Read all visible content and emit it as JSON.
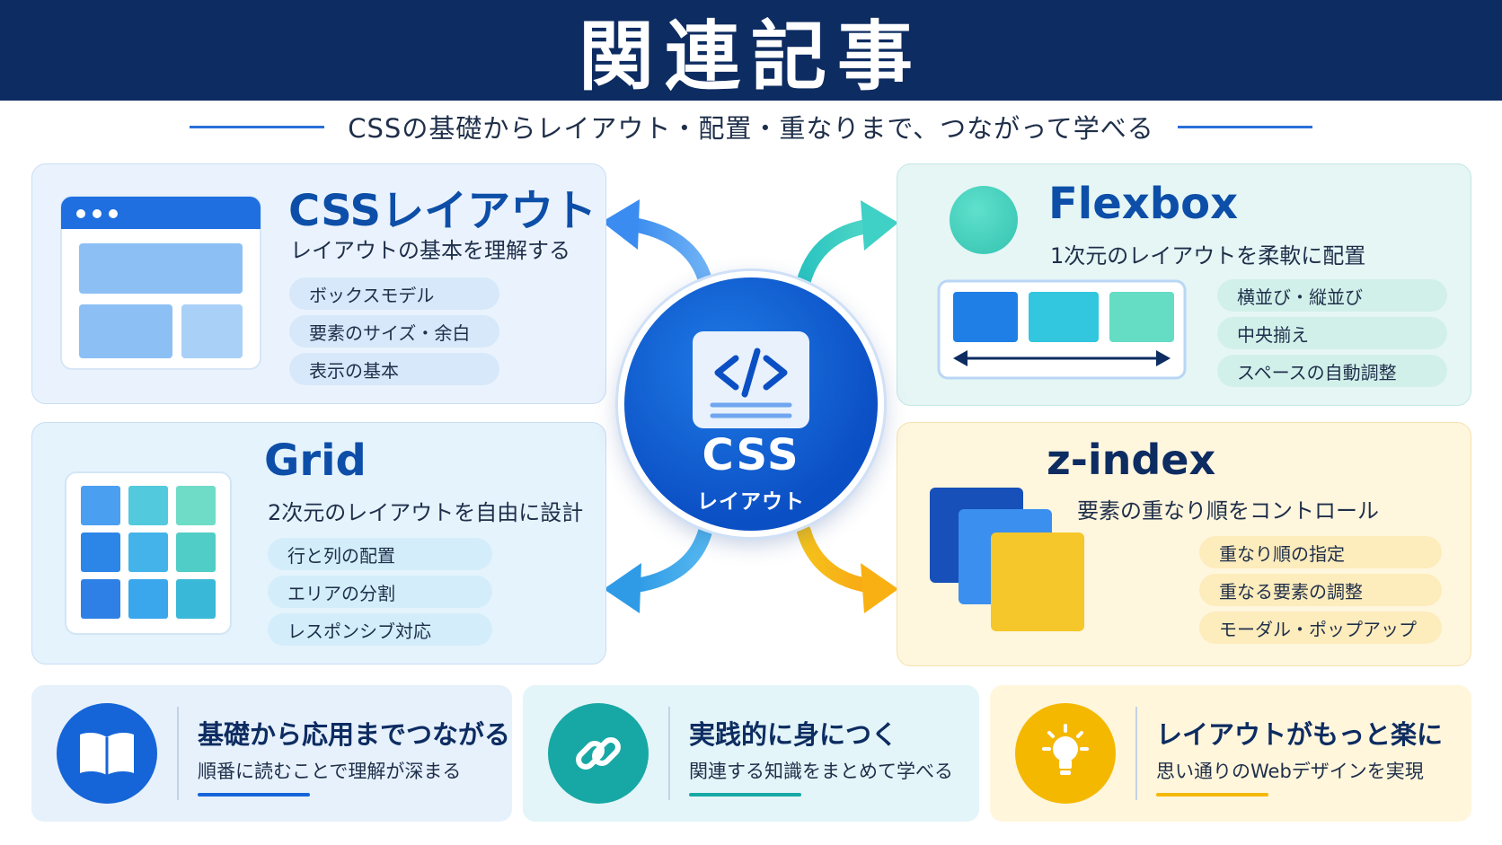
{
  "header": {
    "title": "関連記事"
  },
  "subtitle": "CSSの基礎からレイアウト・配置・重なりまで、つながって学べる",
  "center": {
    "title": "CSS",
    "subtitle": "レイアウト",
    "icon": "code-icon"
  },
  "cards": {
    "css_layout": {
      "title": "CSSレイアウト",
      "description": "レイアウトの基本を理解する",
      "tags": [
        "ボックスモデル",
        "要素のサイズ・余白",
        "表示の基本"
      ],
      "icon": "browser-window-icon"
    },
    "flexbox": {
      "title": "Flexbox",
      "description": "1次元のレイアウトを柔軟に配置",
      "tags": [
        "横並び・縦並び",
        "中央揃え",
        "スペースの自動調整"
      ],
      "icon": "flex-row-icon"
    },
    "grid": {
      "title": "Grid",
      "description": "2次元のレイアウトを自由に設計",
      "tags": [
        "行と列の配置",
        "エリアの分割",
        "レスポンシブ対応"
      ],
      "icon": "grid-icon"
    },
    "z_index": {
      "title": "z-index",
      "description": "要素の重なり順をコントロール",
      "tags": [
        "重なり順の指定",
        "重なる要素の調整",
        "モーダル・ポップアップ"
      ],
      "icon": "stacked-layers-icon"
    }
  },
  "bottom": [
    {
      "title": "基礎から応用までつながる",
      "description": "順番に読むことで理解が深まる",
      "icon": "book-icon",
      "color": "#1565d8"
    },
    {
      "title": "実践的に身につく",
      "description": "関連する知識をまとめて学べる",
      "icon": "link-icon",
      "color": "#17a8a5"
    },
    {
      "title": "レイアウトがもっと楽に",
      "description": "思い通りのWebデザインを実現",
      "icon": "lightbulb-icon",
      "color": "#f5b800"
    }
  ],
  "colors": {
    "header_bg": "#0d2c61",
    "accent_blue": "#1565d8",
    "accent_teal": "#17b3a8",
    "accent_yellow": "#f5c21b"
  }
}
